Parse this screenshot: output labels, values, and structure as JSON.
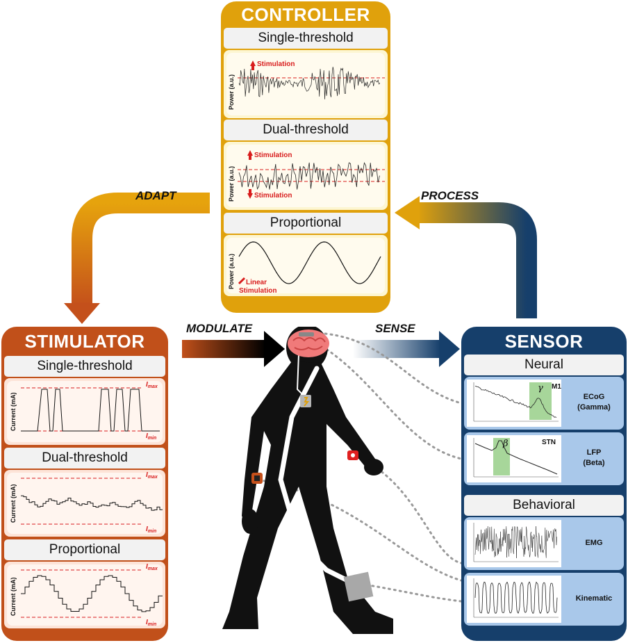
{
  "controller": {
    "title": "CONTROLLER",
    "single": {
      "label": "Single-threshold",
      "ylabel": "Power (a.u.)",
      "up": "Stimulation"
    },
    "dual": {
      "label": "Dual-threshold",
      "ylabel": "Power (a.u.)",
      "up": "Stimulation",
      "down": "Stimulation"
    },
    "prop": {
      "label": "Proportional",
      "ylabel": "Power (a.u.)",
      "lin1": "Linear",
      "lin2": "Stimulation"
    }
  },
  "stimulator": {
    "title": "STIMULATOR",
    "single": {
      "label": "Single-threshold",
      "ylabel": "Current (mA)"
    },
    "dual": {
      "label": "Dual-threshold",
      "ylabel": "Current (mA)"
    },
    "prop": {
      "label": "Proportional",
      "ylabel": "Current (mA)"
    },
    "imax": "I",
    "imax_sub": "max",
    "imin": "I",
    "imin_sub": "min"
  },
  "sensor": {
    "title": "SENSOR",
    "neural": "Neural",
    "behavioral": "Behavioral",
    "ecog": {
      "line1": "ECoG",
      "line2": "(Gamma)",
      "tag": "M1",
      "greek": "γ"
    },
    "lfp": {
      "line1": "LFP",
      "line2": "(Beta)",
      "tag": "STN",
      "greek": "β"
    },
    "emg": "EMG",
    "kin": "Kinematic"
  },
  "flows": {
    "adapt": "ADAPT",
    "process": "PROCESS",
    "modulate": "MODULATE",
    "sense": "SENSE"
  },
  "colors": {
    "controller": "#e0a10c",
    "stimulator": "#c1501a",
    "sensor": "#163f6b",
    "threshold": "#d81c1c"
  },
  "icons": [
    "brain-icon",
    "walking-person-icon",
    "stimulator-device-icon",
    "wrist-sensor-icon"
  ]
}
